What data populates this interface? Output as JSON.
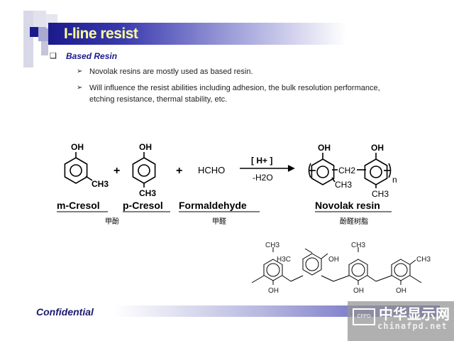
{
  "slide": {
    "title": "I-line resist",
    "section": {
      "bullet_icon": "square-bullet-icon",
      "title": "Based Resin"
    },
    "points": [
      "Novolak resins are mostly used as based resin.",
      "Will influence the resist abilities including adhesion, the bulk resolution performance,",
      "etching resistance, thermal stability, etc."
    ],
    "reaction": {
      "oh": "OH",
      "ch3": "CH3",
      "plus": "+",
      "hcho": "HCHO",
      "catalyst": "[ H+ ]",
      "byproduct": "-H2O",
      "ch2": "CH2",
      "n": "n",
      "labels": [
        "m-Cresol",
        "p-Cresol",
        "Formaldehyde",
        "Novolak resin"
      ],
      "cn_labels": [
        "甲酚",
        "甲醛",
        "酚醛树脂"
      ]
    },
    "structure": {
      "ch3": "CH3",
      "h3c": "H3C",
      "oh": "OH"
    },
    "footer": "Confidential",
    "watermark": {
      "logo": "CFPD",
      "name": "中华显示网",
      "url": "chinafpd.net"
    },
    "colors": {
      "title_bar": "#1a1a8c",
      "title_text": "#ffff99",
      "section": "#1a1a8c"
    }
  }
}
